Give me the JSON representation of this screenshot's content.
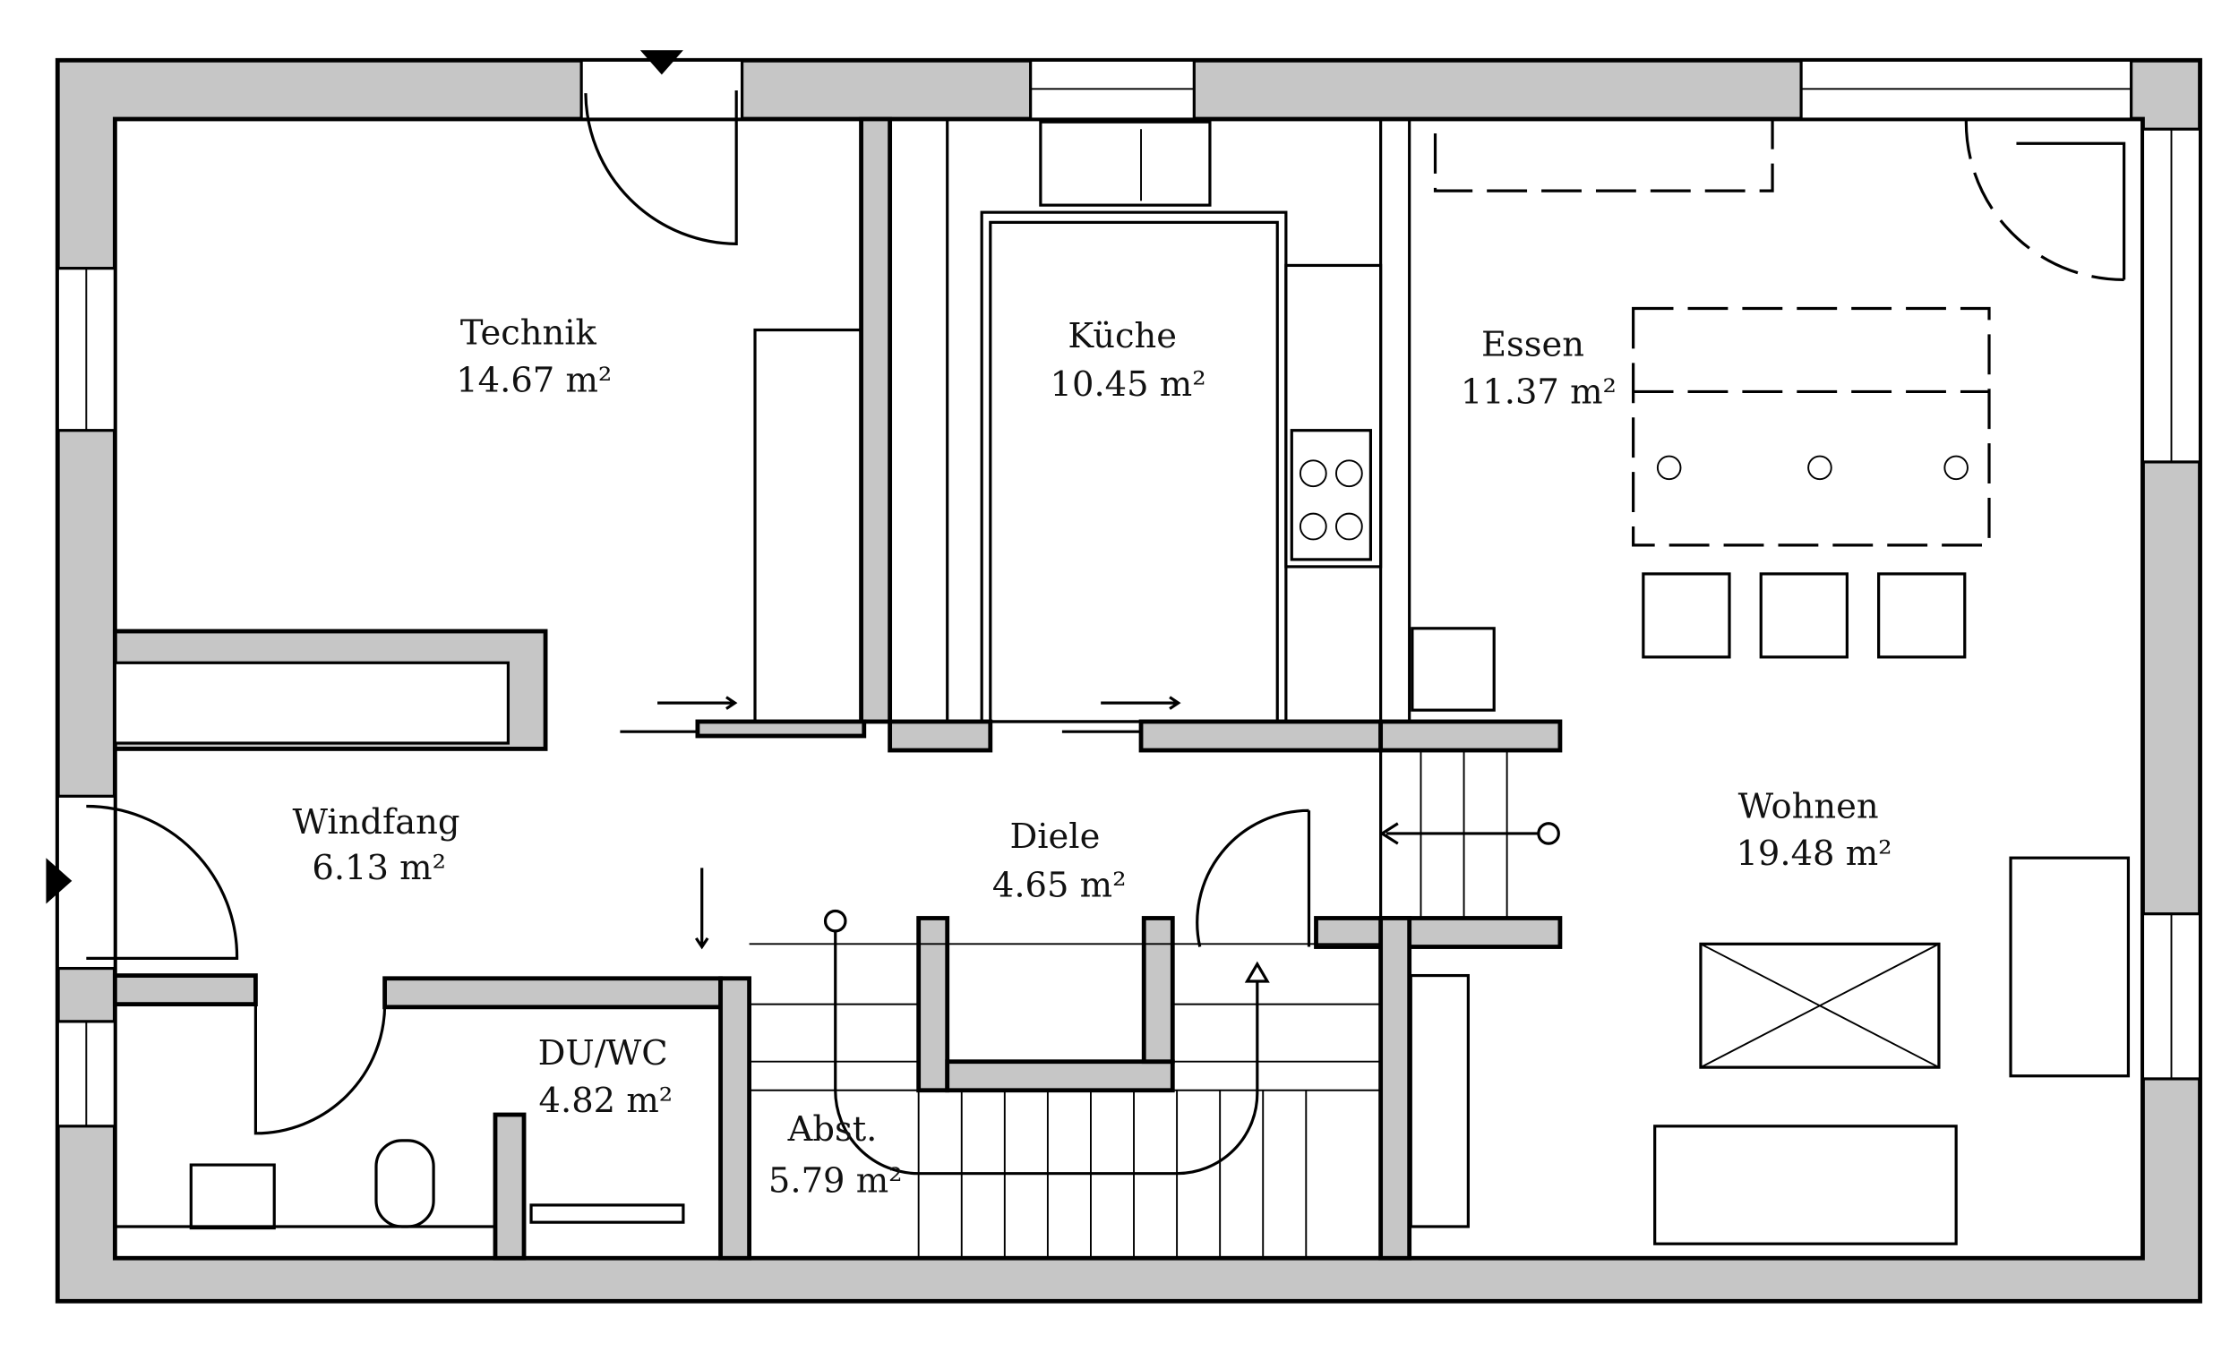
{
  "rooms": [
    {
      "name": "Technik",
      "area": "14.67 m²"
    },
    {
      "name": "Küche",
      "area": "10.45 m²"
    },
    {
      "name": "Essen",
      "area": "11.37 m²"
    },
    {
      "name": "Windfang",
      "area": "6.13 m²"
    },
    {
      "name": "Diele",
      "area": "4.65 m²"
    },
    {
      "name": "Wohnen",
      "area": "19.48 m²"
    },
    {
      "name": "DU/WC",
      "area": "4.82 m²"
    },
    {
      "name": "Abst.",
      "area": "5.79 m²"
    }
  ],
  "colors": {
    "wall": "#c6c6c6",
    "line": "#000000",
    "floor": "#ffffff"
  }
}
